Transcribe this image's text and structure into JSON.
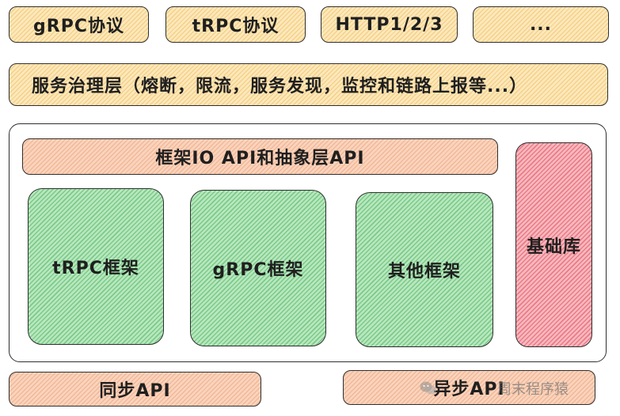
{
  "protocols": [
    "gRPC协议",
    "tRPC协议",
    "HTTP1/2/3",
    "..."
  ],
  "service_governance": "服务治理层（熔断，限流，服务发现，监控和链路上报等...）",
  "framework_io_api": "框架IO API和抽象层API",
  "frameworks": [
    "tRPC框架",
    "gRPC框架",
    "其他框架"
  ],
  "base_library": "基础库",
  "sync_api": "同步API",
  "async_api": "异步API",
  "watermark": "周末程序猿",
  "colors": {
    "yellow": "#fce8bd",
    "peach": "#f9d4bd",
    "green": "#b9e7bf",
    "red": "#f6b9bf",
    "outline": "#2f2f2f"
  }
}
